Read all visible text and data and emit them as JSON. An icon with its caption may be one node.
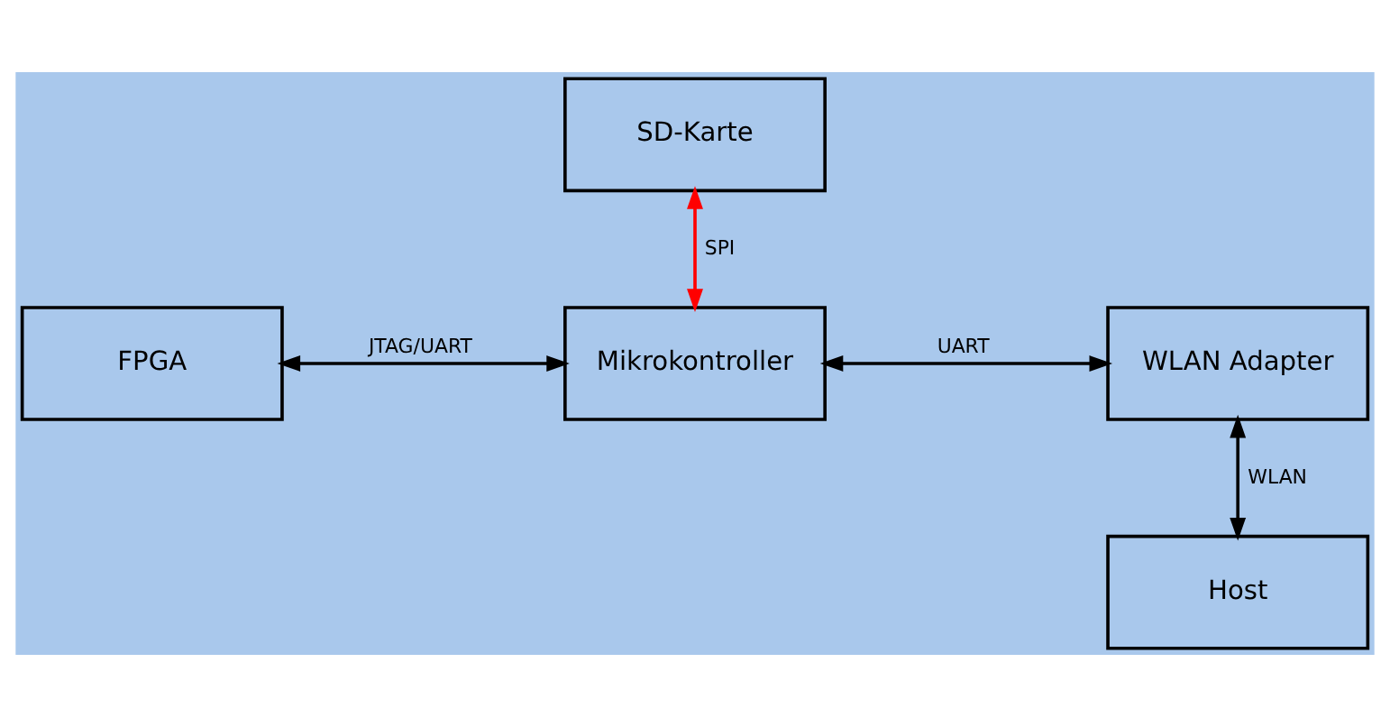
{
  "diagram": {
    "nodes": [
      {
        "text": [
          "SD-Karte"
        ]
      },
      {
        "text": [
          "FPGA"
        ]
      },
      {
        "text": [
          "Mikrokontroller"
        ]
      },
      {
        "text": [
          "WLAN Adapter"
        ]
      },
      {
        "text": [
          "Host"
        ]
      }
    ],
    "edges": [
      {
        "from": 0,
        "to": 2,
        "arrow": "both",
        "label": "SPI",
        "color": "#ff0000"
      },
      {
        "from": 1,
        "to": 2,
        "arrow": "both",
        "label": "JTAG/UART"
      },
      {
        "from": 2,
        "to": 3,
        "arrow": "both",
        "label": "UART"
      },
      {
        "from": 3,
        "to": 4,
        "arrow": "both",
        "label": "WLAN"
      }
    ]
  }
}
